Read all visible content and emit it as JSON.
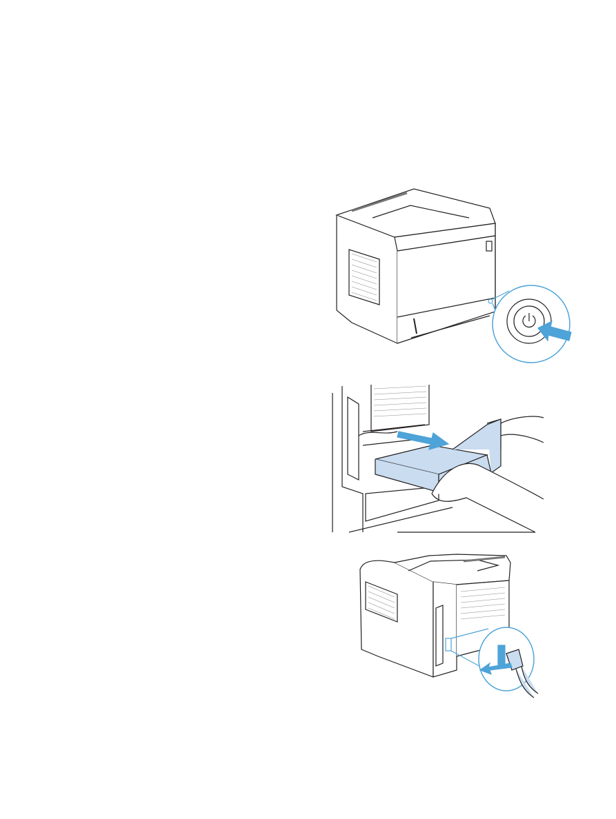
{
  "colors": {
    "background": "#ffffff",
    "line": "#231f20",
    "accent_blue": "#4ea3d8",
    "fill_blue": "#c9dcf0",
    "vent_gray": "#8a8a8a"
  },
  "figures": [
    {
      "icon": "printer-power-button-press-illustration"
    },
    {
      "icon": "duplex-unit-removal-illustration"
    },
    {
      "icon": "power-cord-unplug-illustration"
    }
  ]
}
